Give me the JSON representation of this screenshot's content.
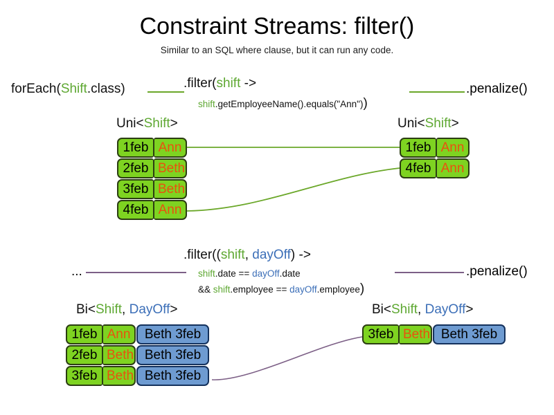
{
  "slide": {
    "title": "Constraint Streams: filter()",
    "subtitle": "Similar to an SQL where clause, but it can run any code."
  },
  "colors": {
    "green_accent": "#5ea832",
    "blue_accent": "#3c6fb8",
    "pill_green": "#7ed321",
    "pill_blue": "#6e9bd1",
    "name_orange": "#e8520e",
    "line_green": "#6aa728",
    "line_purple": "#7c5f86"
  },
  "uni_section": {
    "source_call": {
      "prefix": "forEach(",
      "type": "Shift",
      "suffix": ".class)"
    },
    "filter": {
      "head_prefix": ".filter(",
      "head_param": "shift",
      "head_arrow": " ->",
      "body_param": "shift",
      "body_rest": ".getEmployeeName().equals(\"Ann\")",
      "body_close": ")"
    },
    "penalize_call": ".penalize()",
    "input_label": {
      "prefix": "Uni<",
      "type": "Shift",
      "suffix": ">"
    },
    "output_label": {
      "prefix": "Uni<",
      "type": "Shift",
      "suffix": ">"
    },
    "input_rows": [
      {
        "date": "1feb",
        "employee": "Ann"
      },
      {
        "date": "2feb",
        "employee": "Beth"
      },
      {
        "date": "3feb",
        "employee": "Beth"
      },
      {
        "date": "4feb",
        "employee": "Ann"
      }
    ],
    "output_rows": [
      {
        "date": "1feb",
        "employee": "Ann"
      },
      {
        "date": "4feb",
        "employee": "Ann"
      }
    ]
  },
  "bi_section": {
    "source_call": "...",
    "filter": {
      "head_prefix": ".filter((",
      "head_param_a": "shift",
      "head_comma": ", ",
      "head_param_b": "dayOff",
      "head_arrow": ") ->",
      "line2_a": "shift",
      "line2_mid": ".date == ",
      "line2_b": "dayOff",
      "line2_end": ".date",
      "line3_prefix": "&& ",
      "line3_a": "shift",
      "line3_mid": ".employee == ",
      "line3_b": "dayOff",
      "line3_end": ".employee",
      "line3_close": ")"
    },
    "penalize_call": ".penalize()",
    "input_label": {
      "prefix": "Bi<",
      "type_a": "Shift",
      "comma": ", ",
      "type_b": "DayOff",
      "suffix": ">"
    },
    "output_label": {
      "prefix": "Bi<",
      "type_a": "Shift",
      "comma": ", ",
      "type_b": "DayOff",
      "suffix": ">"
    },
    "input_rows": [
      {
        "date": "1feb",
        "employee": "Ann",
        "dayoff": "Beth 3feb"
      },
      {
        "date": "2feb",
        "employee": "Beth",
        "dayoff": "Beth 3feb"
      },
      {
        "date": "3feb",
        "employee": "Beth",
        "dayoff": "Beth 3feb"
      }
    ],
    "output_rows": [
      {
        "date": "3feb",
        "employee": "Beth",
        "dayoff": "Beth 3feb"
      }
    ]
  }
}
